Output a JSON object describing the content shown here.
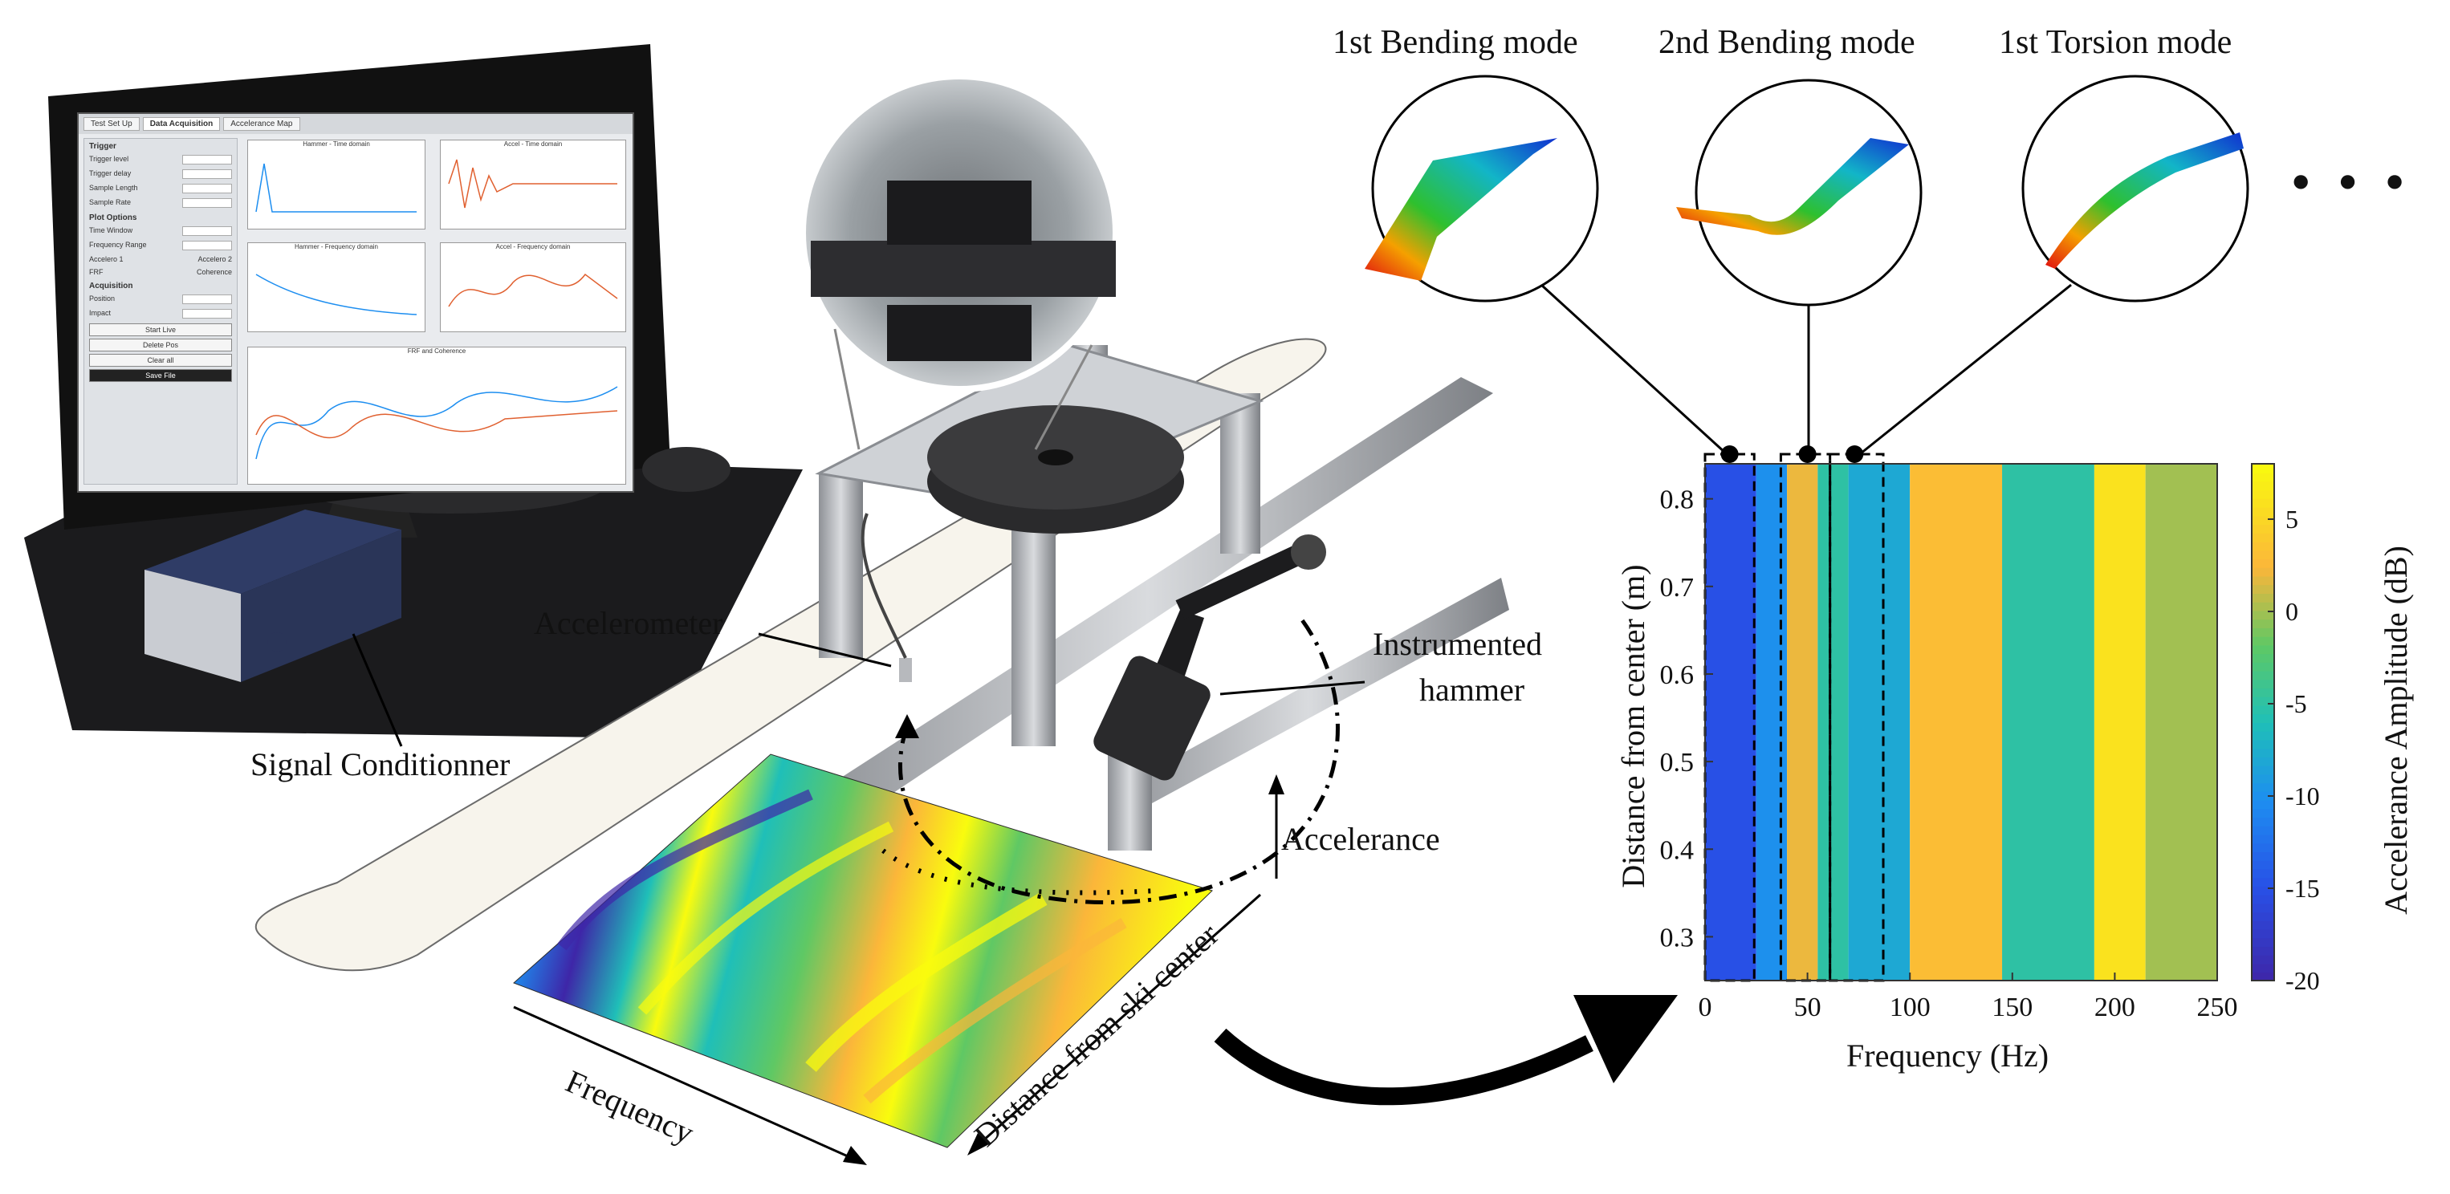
{
  "monitor": {
    "tabs": [
      "Test Set Up",
      "Data Acquisition",
      "Accelerance Map"
    ],
    "sections": [
      "Trigger",
      "Plot Options",
      "Acquisition"
    ],
    "fields": [
      "Trigger level",
      "Trigger delay",
      "Sample Length",
      "Sample Rate",
      "Time Window",
      "Frequency Range",
      "Accelero 1",
      "Accelero 2",
      "FRF",
      "Coherence",
      "Position",
      "Impact"
    ],
    "buttons": [
      "Start Live",
      "Delete Pos",
      "Clear all",
      "Save File"
    ],
    "plot_titles": [
      "Hammer - Time domain",
      "Accel - Time domain",
      "Hammer - Frequency domain",
      "Accel - Frequency domain",
      "FRF and Coherence"
    ]
  },
  "labels": {
    "accelerometer": "Accelerometer",
    "signal_conditioner": "Signal Conditionner",
    "instrumented_hammer_line1": "Instrumented",
    "instrumented_hammer_line2": "hammer",
    "accelerance": "Accelerance",
    "frequency": "Frequency",
    "distance_from_ski_center": "Distance from ski center"
  },
  "modes": [
    {
      "title": "1st Bending mode"
    },
    {
      "title": "2nd Bending mode"
    },
    {
      "title": "1st Torsion mode"
    }
  ],
  "ellipsis": "• • •",
  "colors": {
    "parula_dark": "#3e26a8",
    "parula_blue": "#1d8ef0",
    "parula_cyan": "#1fbfb8",
    "parula_green": "#5fc864",
    "parula_orange": "#fbb63a",
    "parula_yellow": "#f9fb0e",
    "ski": "#f7f4ec",
    "aluminum": "#b7b9bd"
  },
  "chart_data": {
    "type": "heatmap",
    "xlabel": "Frequency (Hz)",
    "ylabel": "Distance from center (m)",
    "colorbar_label": "Accelerance Amplitude (dB)",
    "xlim": [
      0,
      250
    ],
    "ylim": [
      0.25,
      0.84
    ],
    "clim": [
      -20,
      8
    ],
    "x_ticks": [
      "0",
      "50",
      "100",
      "150",
      "200",
      "250"
    ],
    "y_ticks": [
      "0.3",
      "0.4",
      "0.5",
      "0.6",
      "0.7",
      "0.8"
    ],
    "colorbar_ticks": [
      "5",
      "0",
      "-5",
      "-10",
      "-15",
      "-20"
    ],
    "columns": [
      {
        "f_start": 0,
        "f_end": 25,
        "level_db": -15
      },
      {
        "f_start": 25,
        "f_end": 40,
        "level_db": -10
      },
      {
        "f_start": 40,
        "f_end": 55,
        "level_db": 2
      },
      {
        "f_start": 55,
        "f_end": 70,
        "level_db": -5
      },
      {
        "f_start": 70,
        "f_end": 100,
        "level_db": -8
      },
      {
        "f_start": 100,
        "f_end": 145,
        "level_db": 3
      },
      {
        "f_start": 145,
        "f_end": 190,
        "level_db": -5
      },
      {
        "f_start": 190,
        "f_end": 215,
        "level_db": 6
      },
      {
        "f_start": 215,
        "f_end": 250,
        "level_db": 0
      }
    ],
    "mode_boxes": [
      {
        "mode": "1st Bending mode",
        "f_start": 0,
        "f_end": 24,
        "marker_f": 12
      },
      {
        "mode": "2nd Bending mode",
        "f_start": 37,
        "f_end": 61,
        "marker_f": 50
      },
      {
        "mode": "1st Torsion mode",
        "f_start": 61,
        "f_end": 87,
        "marker_f": 73
      }
    ]
  }
}
